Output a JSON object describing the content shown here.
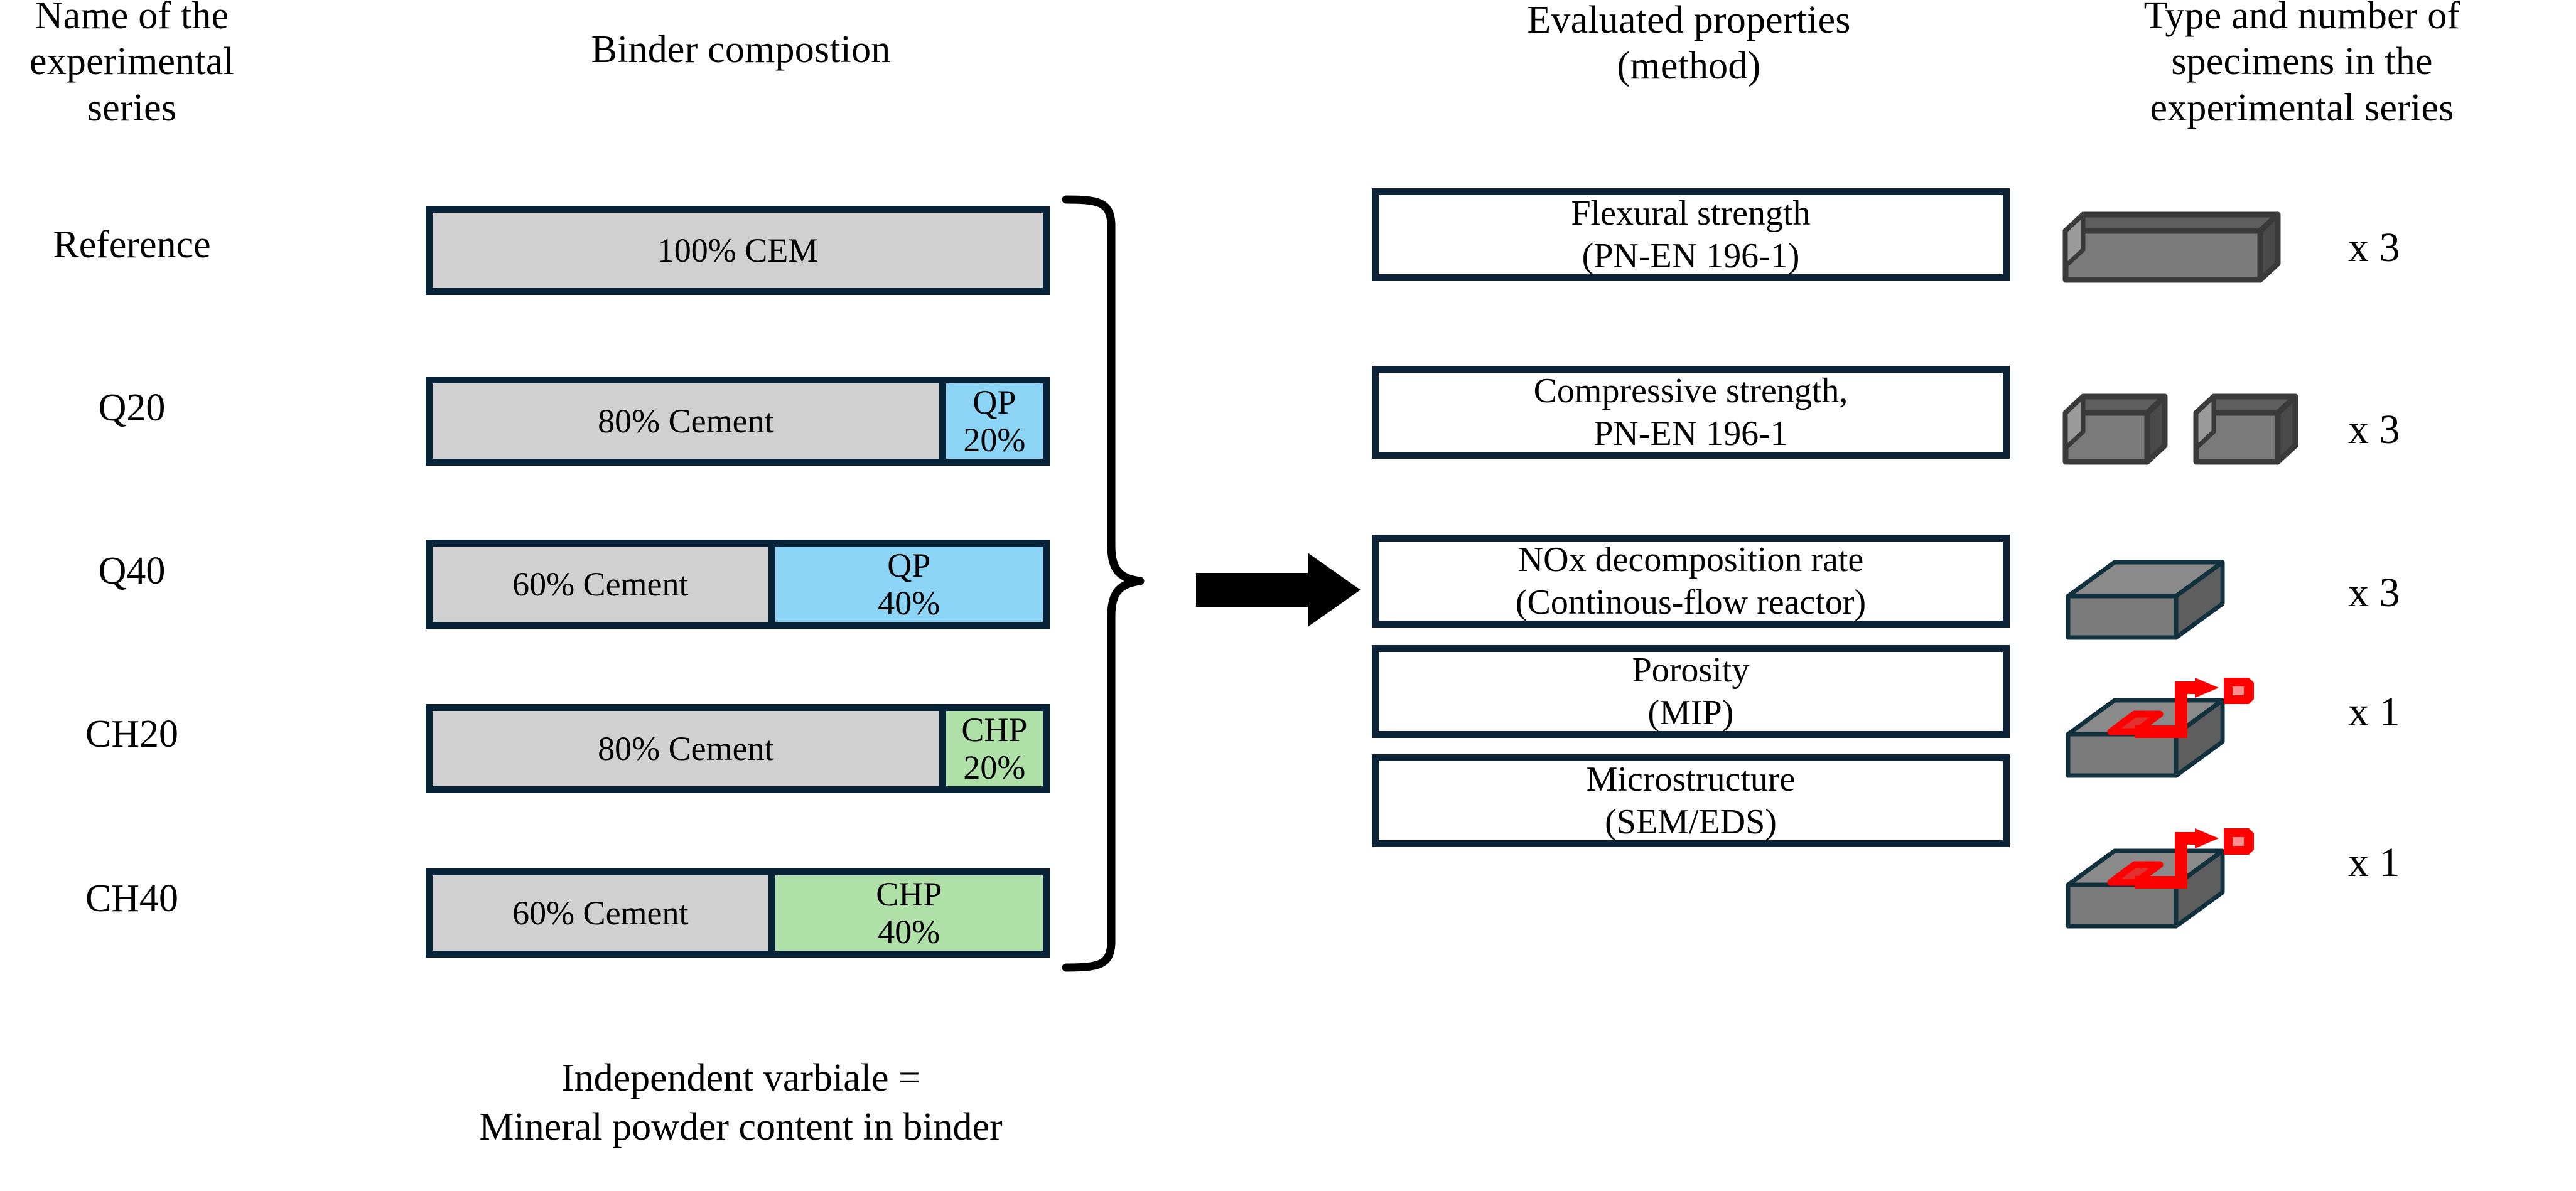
{
  "headers": {
    "col1": "Name of the\nexperimental\nseries",
    "col2": "Binder compostion",
    "col3": "Evaluated properties\n(method)",
    "col4": "Type and number of\nspecimens in the\nexperimental series"
  },
  "colors": {
    "outline": "#082338",
    "cement_gray": "#d0d0d0",
    "qp_blue": "#8bd4f5",
    "chp_green": "#aee0a8",
    "arrow_black": "#000000",
    "specimen_gray": "#7a7a7a",
    "specimen_dark": "#3a3a3a",
    "sample_red": "#ff0000"
  },
  "series": [
    {
      "name": "Reference",
      "segments": [
        {
          "label": "100% CEM",
          "type": "cement",
          "width_pct": 100
        }
      ]
    },
    {
      "name": "Q20",
      "segments": [
        {
          "label": "80% Cement",
          "type": "cement",
          "width_pct": 83
        },
        {
          "label": "QP\n20%",
          "type": "qp",
          "width_pct": 17
        }
      ]
    },
    {
      "name": "Q40",
      "segments": [
        {
          "label": "60% Cement",
          "type": "cement",
          "width_pct": 55
        },
        {
          "label": "QP\n40%",
          "type": "qp",
          "width_pct": 45
        }
      ]
    },
    {
      "name": "CH20",
      "segments": [
        {
          "label": "80% Cement",
          "type": "cement",
          "width_pct": 83
        },
        {
          "label": "CHP\n20%",
          "type": "chp",
          "width_pct": 17
        }
      ]
    },
    {
      "name": "CH40",
      "segments": [
        {
          "label": "60% Cement",
          "type": "cement",
          "width_pct": 55
        },
        {
          "label": "CHP\n40%",
          "type": "chp",
          "width_pct": 45
        }
      ]
    }
  ],
  "properties": [
    {
      "text": "Flexural strength\n(PN-EN 196-1)",
      "specimen": "prism-full",
      "count": "x 3"
    },
    {
      "text": "Compressive strength,\nPN-EN 196-1",
      "specimen": "prism-halves",
      "count": "x 3"
    },
    {
      "text": "NOx decomposition rate\n(Continous-flow reactor)",
      "specimen": "slab",
      "count": "x 3"
    },
    {
      "text": "Porosity\n(MIP)",
      "specimen": "slab-sample",
      "count": "x 1"
    },
    {
      "text": "Microstructure\n(SEM/EDS)",
      "specimen": "slab-sample",
      "count": "x 1"
    }
  ],
  "caption": "Independent varbiale =\nMineral powder content in binder"
}
